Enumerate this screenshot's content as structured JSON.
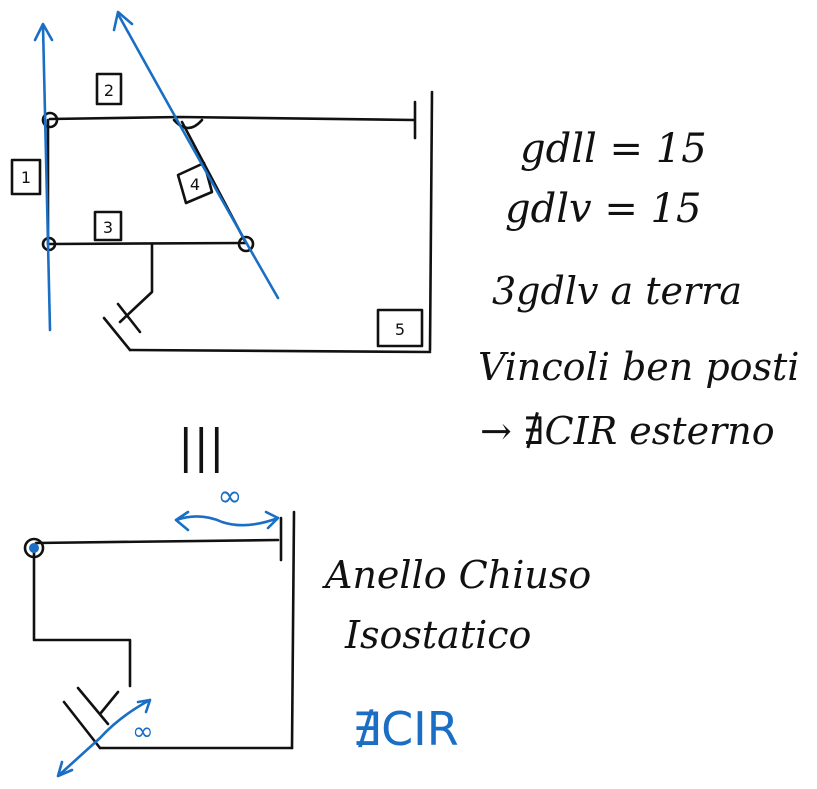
{
  "colors": {
    "ink": "#111111",
    "blue": "#1a6fc4",
    "background": "#ffffff"
  },
  "top_figure": {
    "beam_labels": [
      "2",
      "1",
      "4",
      "3",
      "5"
    ]
  },
  "notes": {
    "gdl": "gdll = 15",
    "gdv": "gdlv = 15",
    "ground": "3gdlv a terra",
    "constraints": "Vincoli ben posti",
    "cir_external": "→ ∄CIR esterno"
  },
  "equivalence": "|||",
  "bottom_figure": {
    "infinity_top": "∞",
    "infinity_bottom": "∞"
  },
  "conclusions": {
    "ring": "Anello Chiuso",
    "isostatic": "Isostatico",
    "cir": "∄CIR"
  }
}
